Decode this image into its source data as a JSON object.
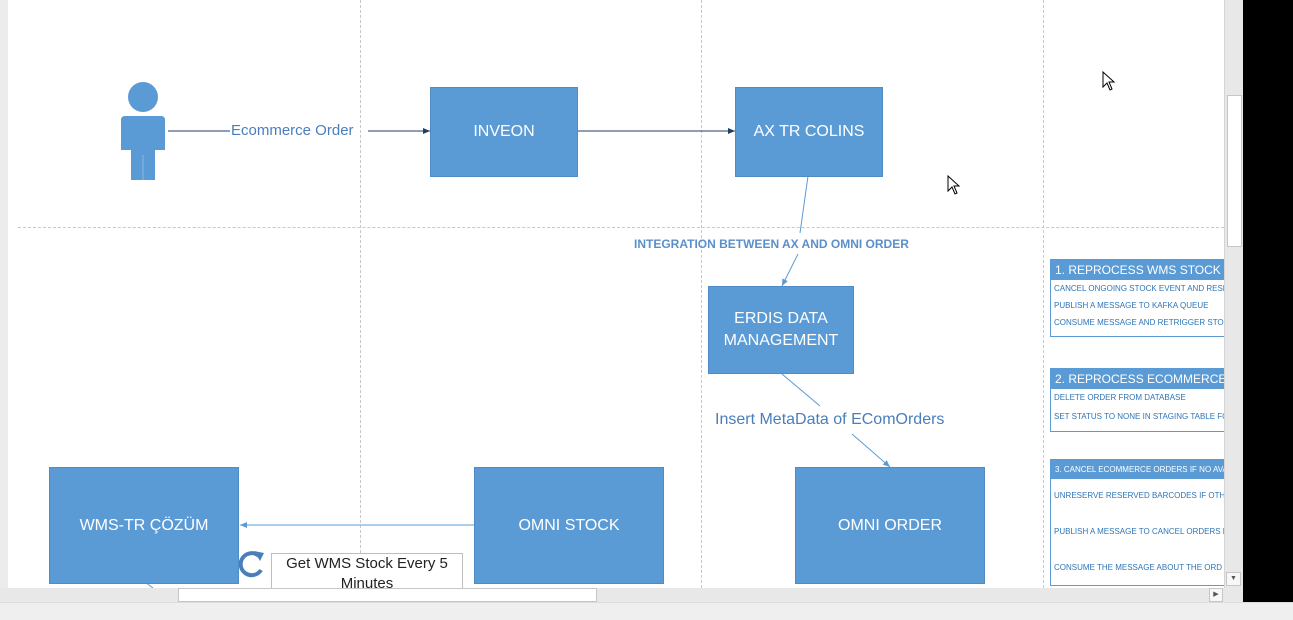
{
  "diagram": {
    "nodes": {
      "inveon": "INVEON",
      "ax_tr_colins": "AX TR COLINS",
      "erdis": "ERDIS DATA MANAGEMENT",
      "wms_tr": "WMS-TR ÇÖZÜM",
      "omni_stock": "OMNI STOCK",
      "omni_order": "OMNI ORDER"
    },
    "edges": {
      "ecommerce_order": "Ecommerce Order",
      "integration": "INTEGRATION BETWEEN AX AND OMNI ORDER",
      "insert_metadata": "Insert MetaData of EComOrders"
    },
    "note": {
      "text_line1": "Get WMS Stock Every 5",
      "text_line2": "Minutes",
      "icon": "refresh-icon"
    },
    "actor_icon": "person-icon"
  },
  "side_panels": [
    {
      "title": "1. REPROCESS WMS STOCK",
      "items": [
        "CANCEL ONGOING STOCK EVENT AND RESE",
        "PUBLISH A MESSAGE TO KAFKA QUEUE",
        "CONSUME MESSAGE AND RETRIGGER STOC"
      ]
    },
    {
      "title": "2. REPROCESS ECOMMERCE",
      "items": [
        "DELETE ORDER FROM DATABASE",
        "SET STATUS TO NONE IN STAGING TABLE FO"
      ]
    },
    {
      "title": "3. CANCEL ECOMMERCE ORDERS IF NO AVA",
      "items": [
        "UNRESERVE RESERVED BARCODES IF OTHE",
        "PUBLISH A MESSAGE TO CANCEL ORDERS N",
        "CONSUME THE MESSAGE ABOUT THE ORD"
      ]
    }
  ],
  "colors": {
    "shape_fill": "#5b9bd5",
    "label_text": "#4a7ebb",
    "panel_text": "#2e75b6"
  }
}
